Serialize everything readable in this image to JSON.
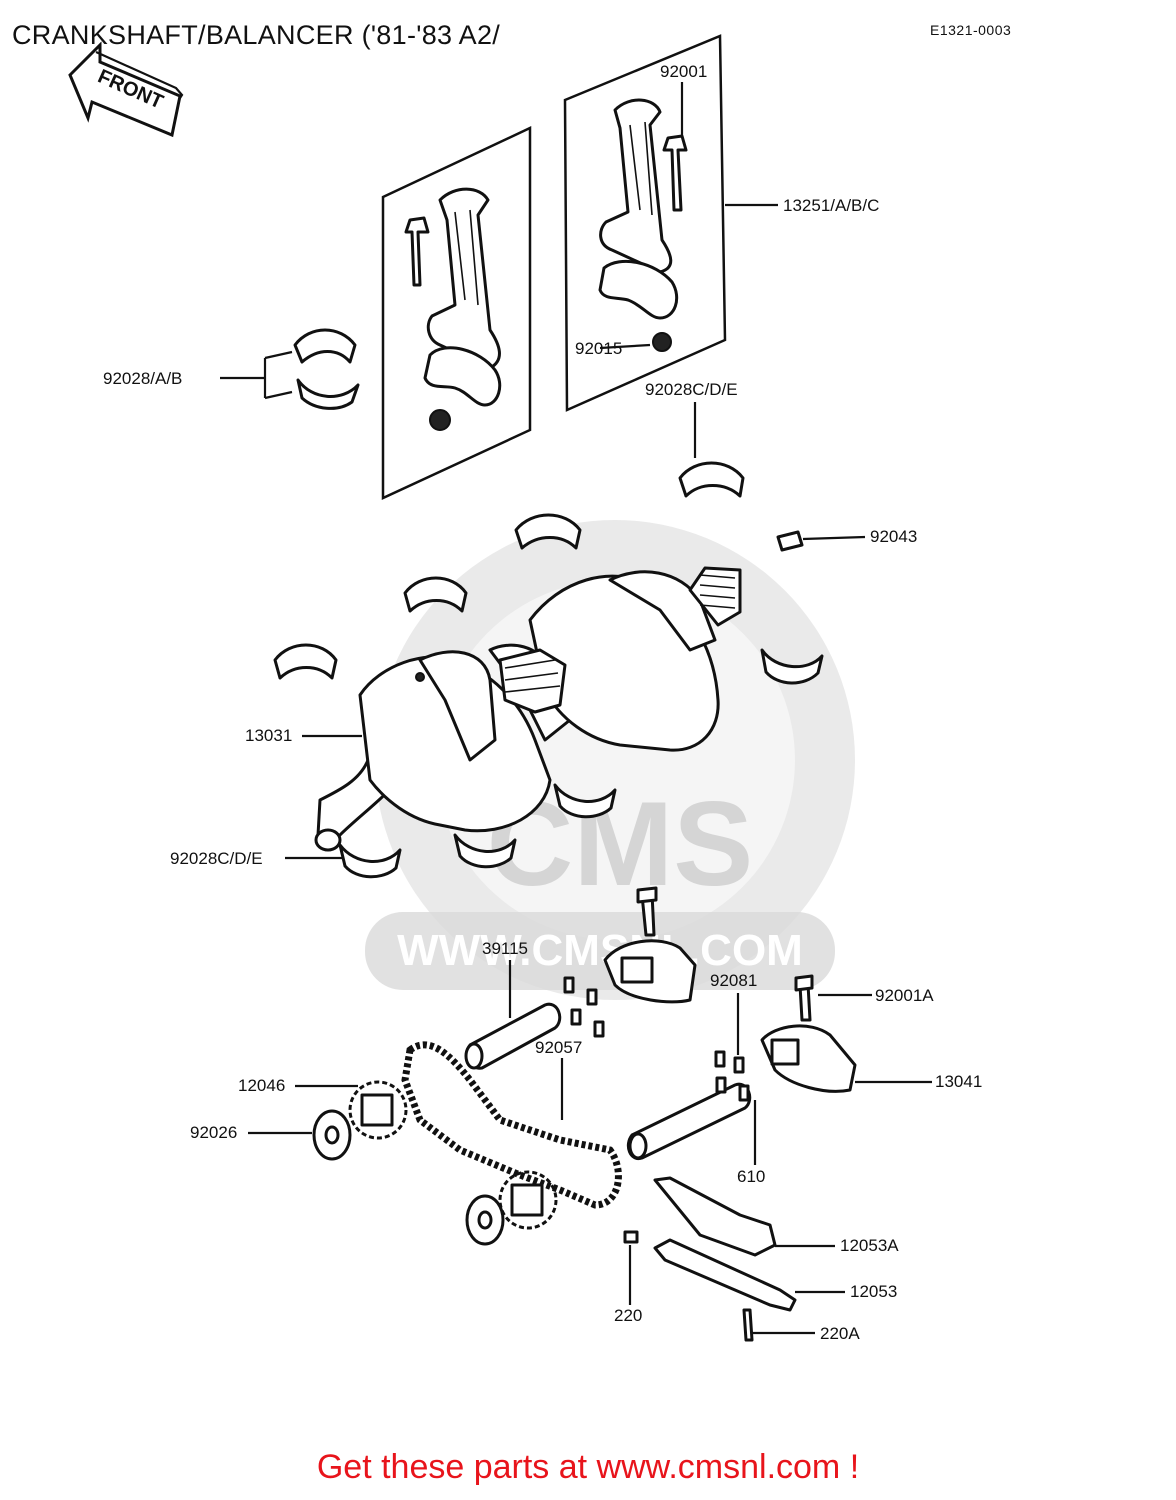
{
  "header": {
    "title": "CRANKSHAFT/BALANCER ('81-'83 A2/",
    "diagram_code": "E1321-0003"
  },
  "orientation_badge": "FRONT",
  "watermark": {
    "brand": "CMS",
    "url": "WWW.CMSNL.COM"
  },
  "callouts": [
    {
      "id": "92001",
      "label": "92001"
    },
    {
      "id": "13251",
      "label": "13251/A/B/C"
    },
    {
      "id": "92028ab",
      "label": "92028/A/B"
    },
    {
      "id": "92015",
      "label": "92015"
    },
    {
      "id": "92028cde_top",
      "label": "92028C/D/E"
    },
    {
      "id": "92043",
      "label": "92043"
    },
    {
      "id": "13031",
      "label": "13031"
    },
    {
      "id": "92028cde_bottom",
      "label": "92028C/D/E"
    },
    {
      "id": "39115",
      "label": "39115"
    },
    {
      "id": "92081",
      "label": "92081"
    },
    {
      "id": "92001A",
      "label": "92001A"
    },
    {
      "id": "92057",
      "label": "92057"
    },
    {
      "id": "13041",
      "label": "13041"
    },
    {
      "id": "12046",
      "label": "12046"
    },
    {
      "id": "92026",
      "label": "92026"
    },
    {
      "id": "610",
      "label": "610"
    },
    {
      "id": "12053A",
      "label": "12053A"
    },
    {
      "id": "12053",
      "label": "12053"
    },
    {
      "id": "220",
      "label": "220"
    },
    {
      "id": "220A",
      "label": "220A"
    }
  ],
  "footer": {
    "text": "Get these parts at www.cmsnl.com !",
    "color": "#e8141b"
  }
}
